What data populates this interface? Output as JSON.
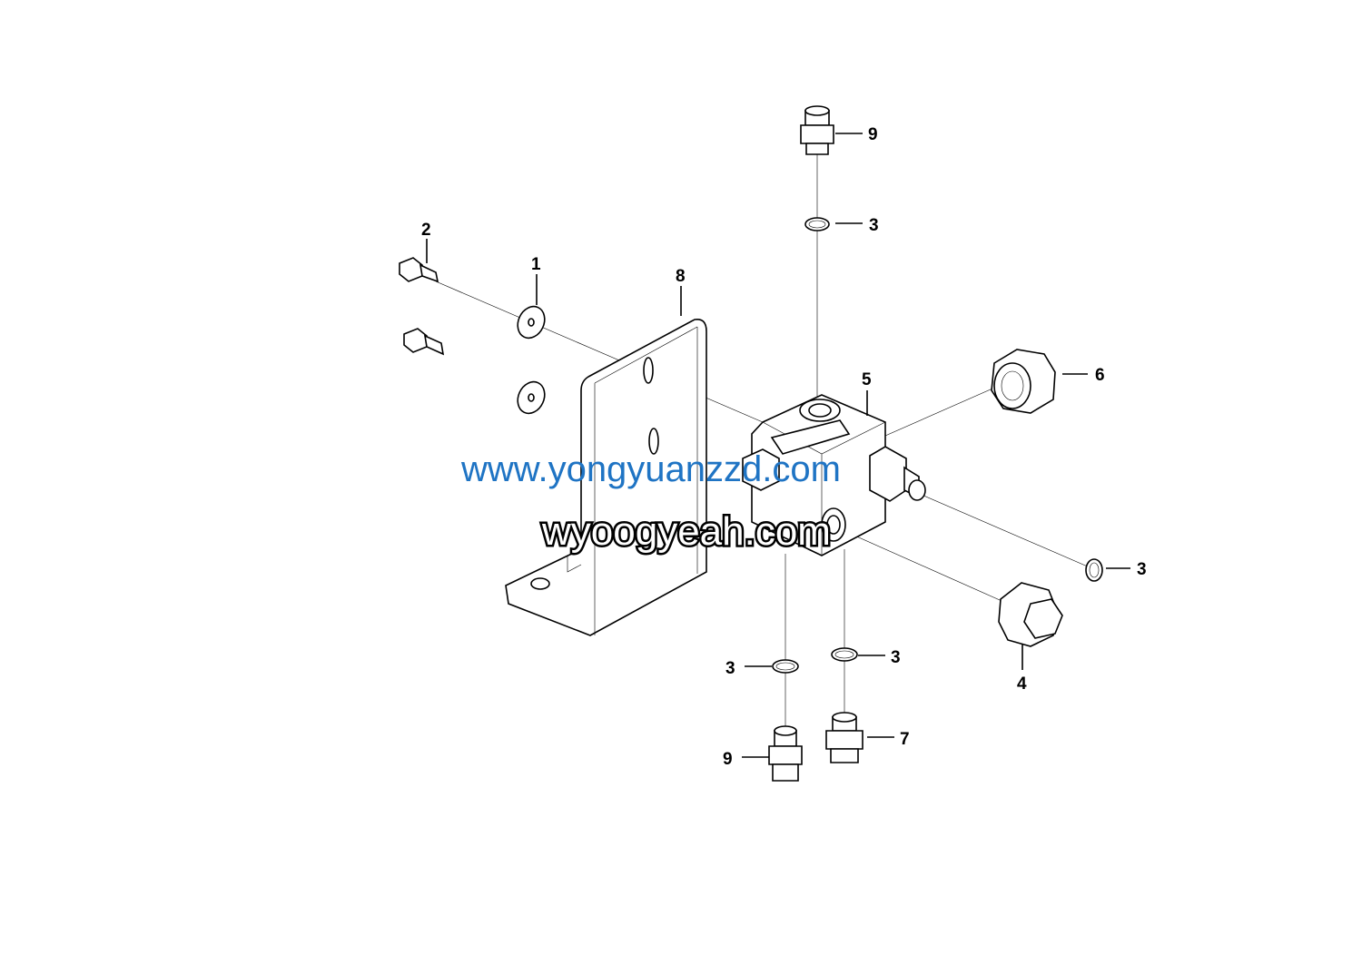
{
  "callouts": {
    "c9_top": "9",
    "c3_top": "3",
    "c2": "2",
    "c1": "1",
    "c8": "8",
    "c5": "5",
    "c6": "6",
    "c3_right": "3",
    "c4": "4",
    "c3_bottom_left": "3",
    "c3_bottom_right": "3",
    "c9_bottom": "9",
    "c7": "7"
  },
  "watermarks": {
    "black": "wyoogyeah.com",
    "blue": "www.yongyuanzzd.com",
    "blue_color": "#1f74c4"
  }
}
